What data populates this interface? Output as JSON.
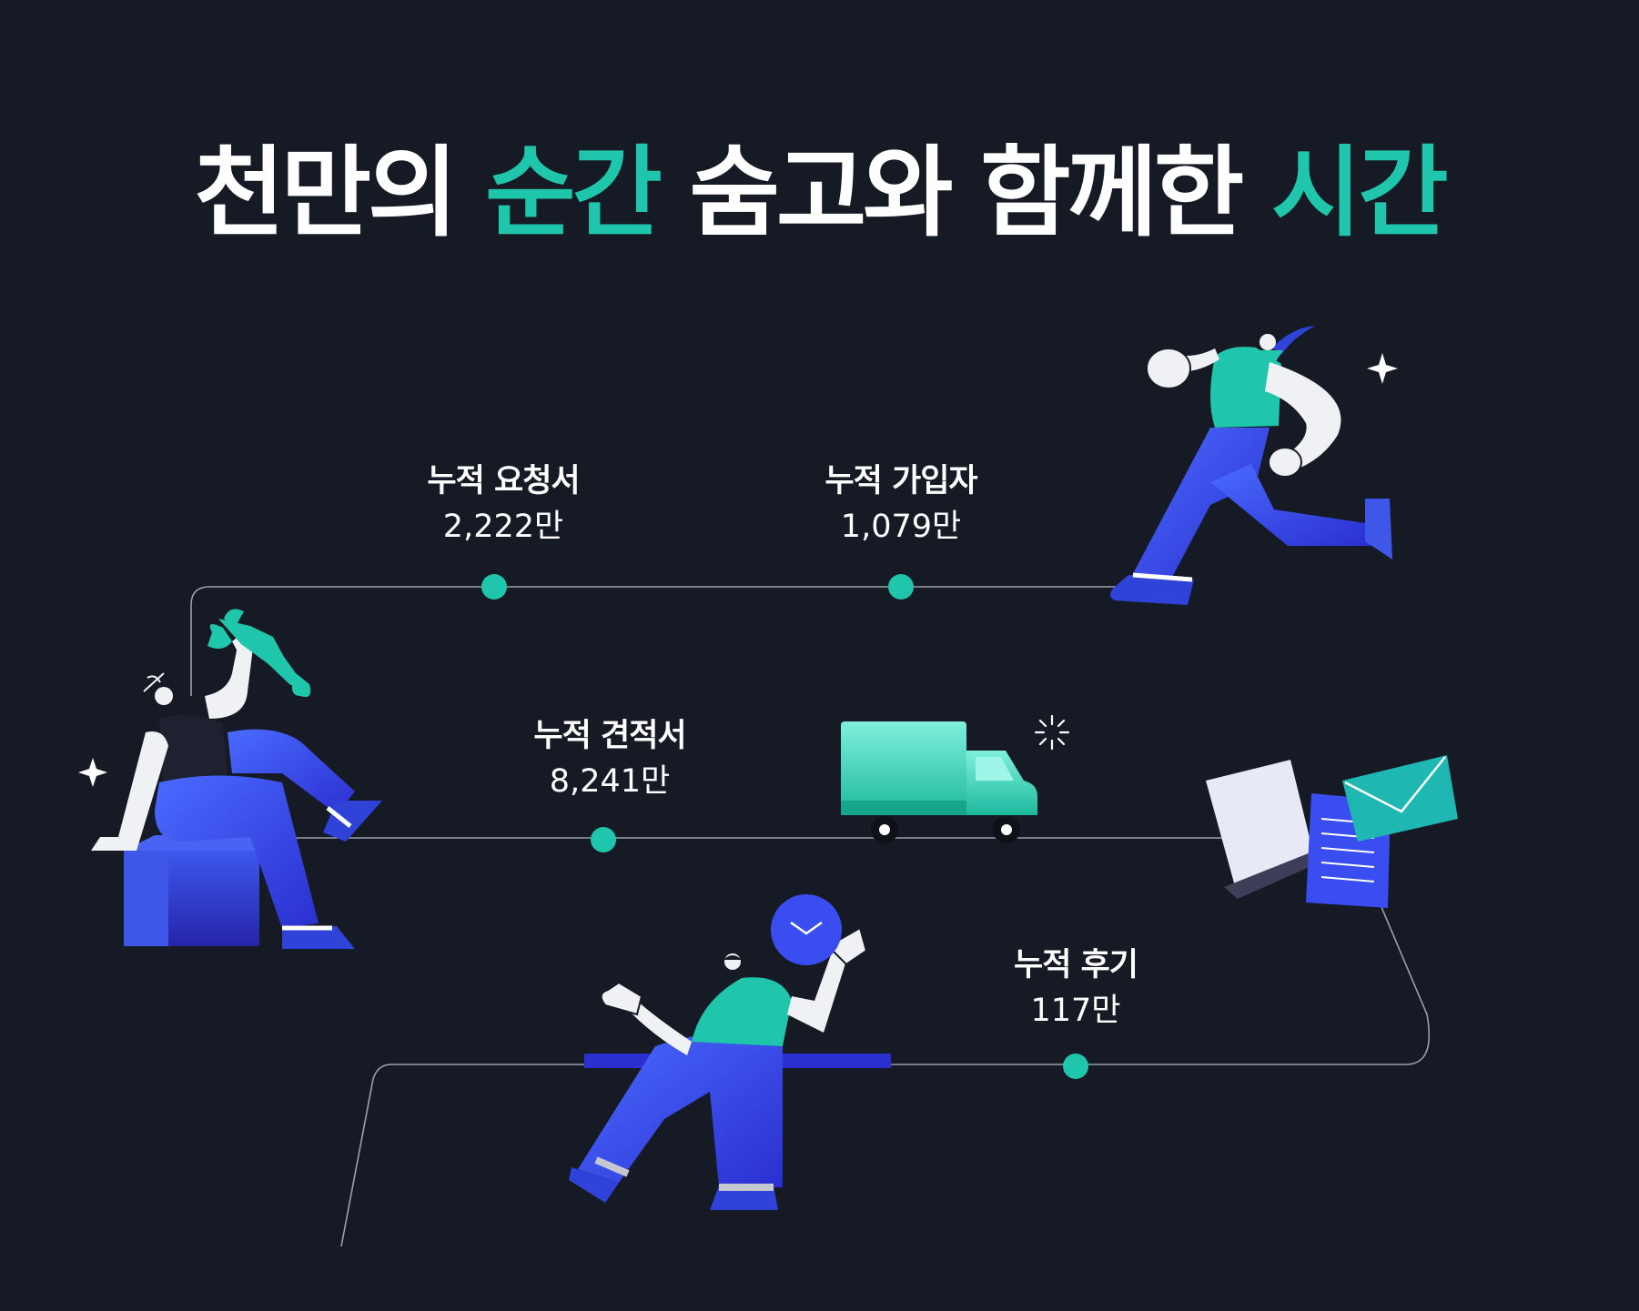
{
  "headline": {
    "part1": "천만의 ",
    "highlight1": "순간",
    "part2": " 숨고와 함께한 ",
    "highlight2": "시간"
  },
  "stats": [
    {
      "label": "누적 요청서",
      "value": "2,222만"
    },
    {
      "label": "누적 가입자",
      "value": "1,079만"
    },
    {
      "label": "누적 견적서",
      "value": "8,241만"
    },
    {
      "label": "누적 후기",
      "value": "117만"
    }
  ],
  "colors": {
    "background": "#161a24",
    "accent": "#1fc6ac",
    "blue": "#3a4df0",
    "timeline": "#9aa0ad"
  },
  "icons": [
    "wrench-icon",
    "truck-icon",
    "envelope-icon",
    "document-icon",
    "sparkle-icon",
    "plate-icon"
  ]
}
